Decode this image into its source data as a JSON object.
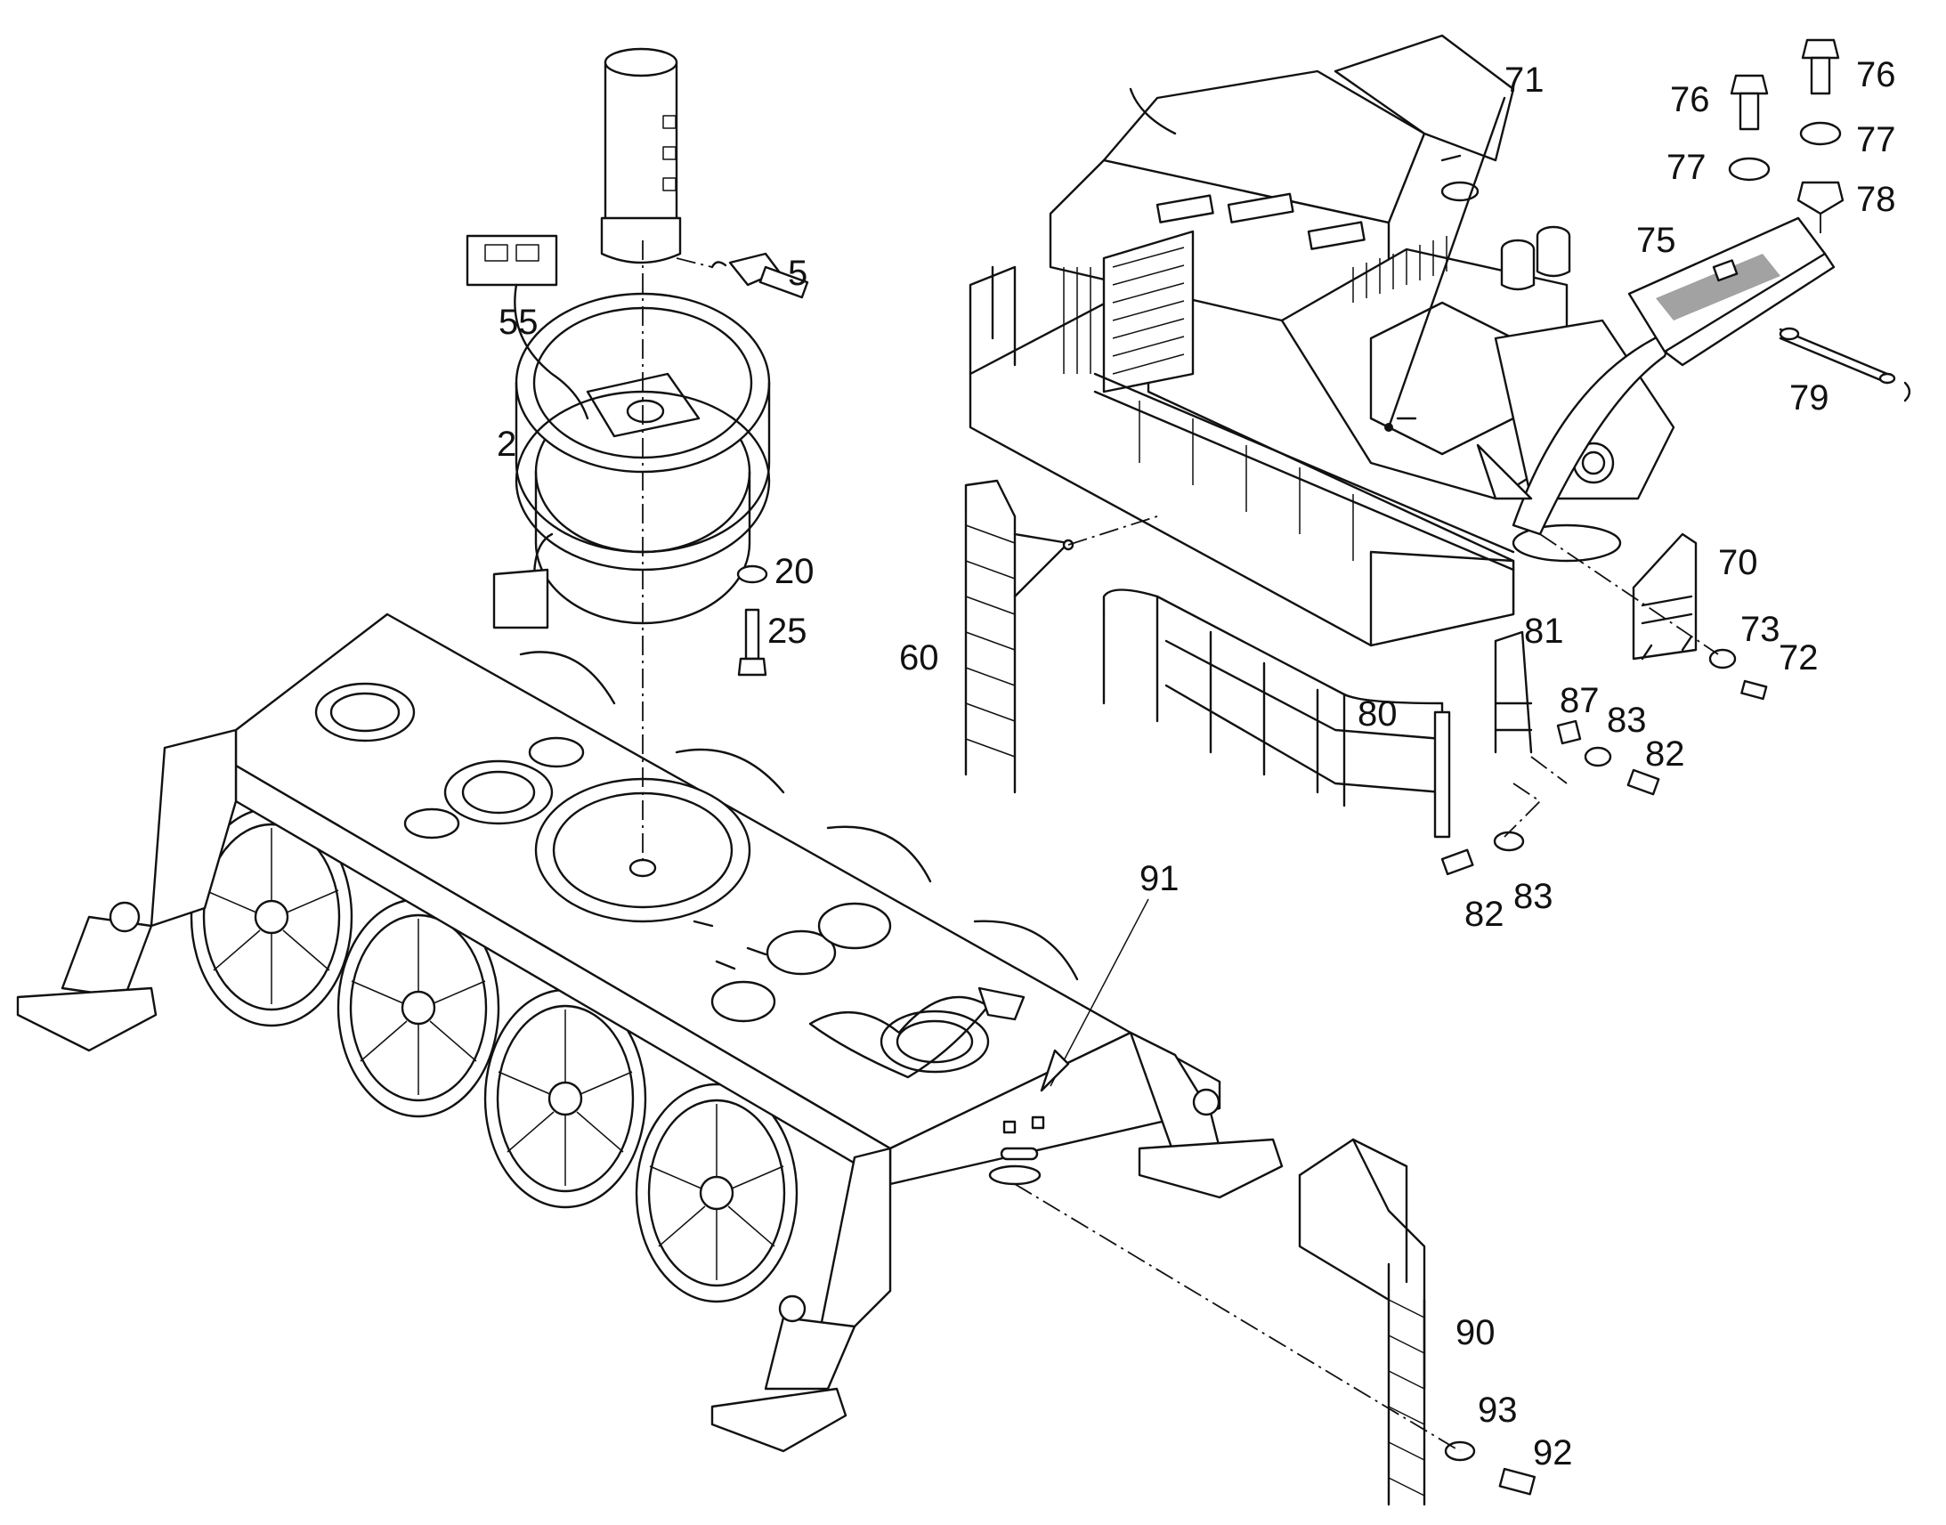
{
  "title": "",
  "callouts": {
    "c2": "2",
    "c5": "5",
    "c20": "20",
    "c25": "25",
    "c55": "55",
    "c60": "60",
    "c70": "70",
    "c71": "71",
    "c72": "72",
    "c73": "73",
    "c75": "75",
    "c76a": "76",
    "c76b": "76",
    "c77a": "77",
    "c77b": "77",
    "c78": "78",
    "c79": "79",
    "c80": "80",
    "c81": "81",
    "c82a": "82",
    "c82b": "82",
    "c83a": "83",
    "c83b": "83",
    "c87": "87",
    "c90": "90",
    "c91": "91",
    "c92": "92",
    "c93": "93"
  }
}
